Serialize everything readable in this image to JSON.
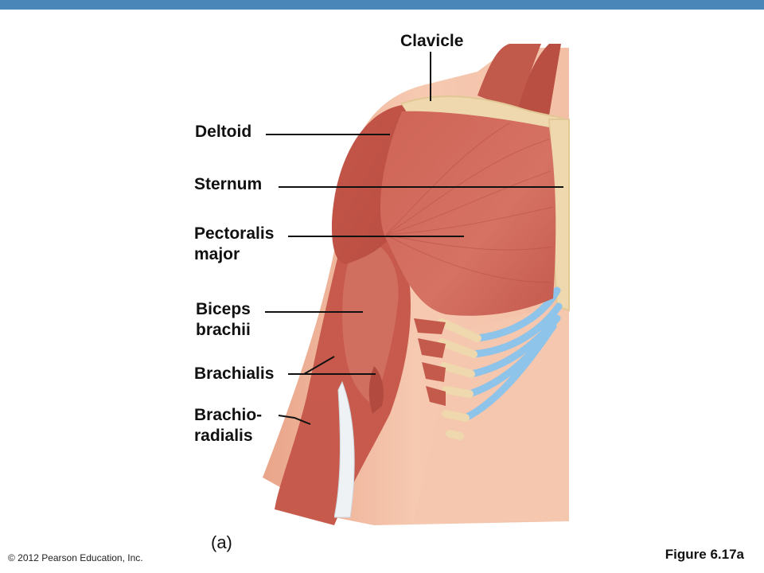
{
  "colors": {
    "top_bar": "#4a87b8",
    "muscle": "#c85a4e",
    "muscle_dark": "#9e3a34",
    "muscle_light": "#e08a7c",
    "skin": "#f1b89c",
    "skin_light": "#f8d3bf",
    "bone": "#efd8ad",
    "cartilage": "#8ec3ea",
    "tendon": "#e8eef2"
  },
  "labels": {
    "clavicle": "Clavicle",
    "deltoid": "Deltoid",
    "sternum": "Sternum",
    "pectoralis_1": "Pectoralis",
    "pectoralis_2": "major",
    "biceps_1": "Biceps",
    "biceps_2": "brachii",
    "brachialis": "Brachialis",
    "brachioradialis_1": "Brachio-",
    "brachioradialis_2": "radialis"
  },
  "caption": "(a)",
  "copyright": "© 2012 Pearson Education, Inc.",
  "figure_ref": "Figure 6.17a"
}
